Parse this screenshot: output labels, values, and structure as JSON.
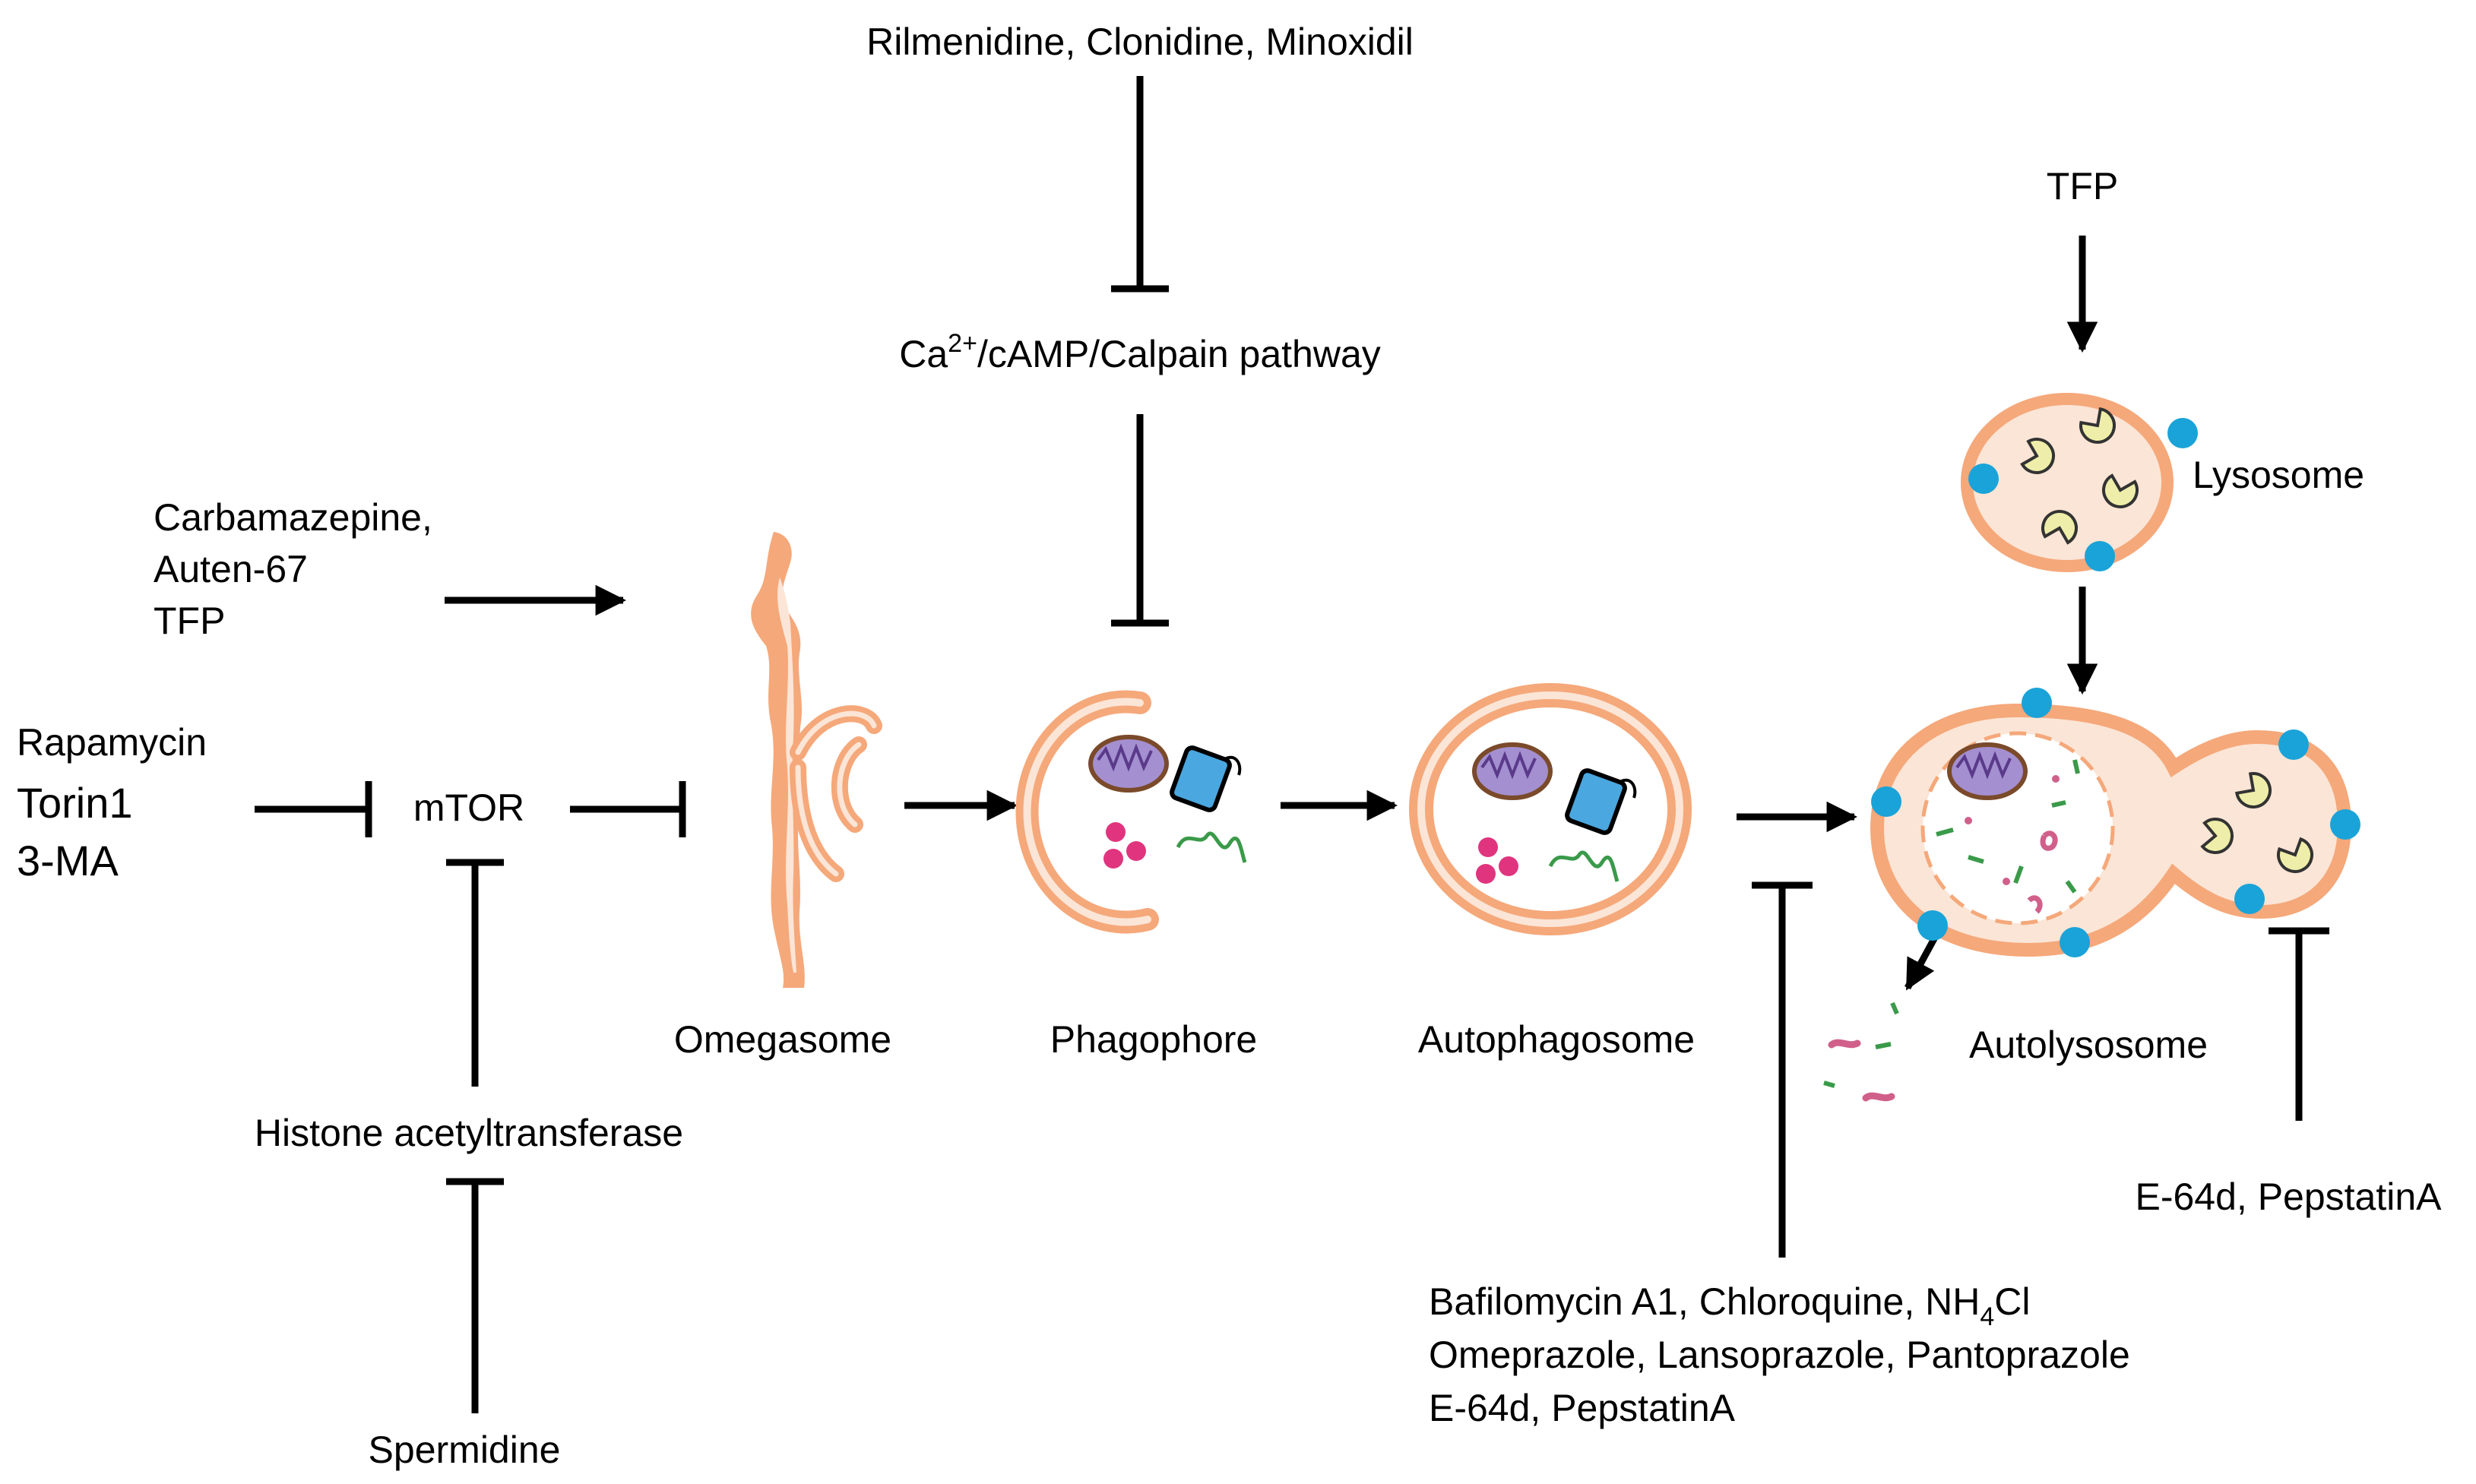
{
  "labels": {
    "top_drugs": "Rilmenidine, Clonidine, Minoxidil",
    "ca_pre": "Ca",
    "ca_sup": "2+",
    "ca_post": "/cAMP/Calpain pathway",
    "tfp_top": "TFP",
    "lysosome": "Lysosome",
    "carbamazepine": "Carbamazepine,",
    "auten": "Auten-67",
    "tfp_left": "TFP",
    "rapamycin": "Rapamycin",
    "torin": "Torin1",
    "three_ma": "3-MA",
    "mtor": "mTOR",
    "hat": "Histone acetyltransferase",
    "spermidine": "Spermidine",
    "omegasome": "Omegasome",
    "phagophore": "Phagophore",
    "autophagosome": "Autophagosome",
    "autolysosome": "Autolysosome",
    "e64_right": "E-64d, PepstatinA",
    "bottom_line1_pre": "Bafilomycin A1, Chloroquine, NH",
    "bottom_line1_sub": "4",
    "bottom_line1_post": "Cl",
    "bottom_line2": "Omeprazole, Lansoprazole, Pantoprazole",
    "bottom_line3": "E-64d, PepstatinA"
  },
  "colors": {
    "membrane": "#f5a87a",
    "lumen": "#fbe5d6",
    "lysosome_marker": "#1aa3d8",
    "enzyme": "#eeeeaa",
    "mitochondria": "#a48fd0",
    "vesicle": "#e0357e",
    "fragment_pink": "#d0608a",
    "fragment_green": "#3a9a4a"
  }
}
